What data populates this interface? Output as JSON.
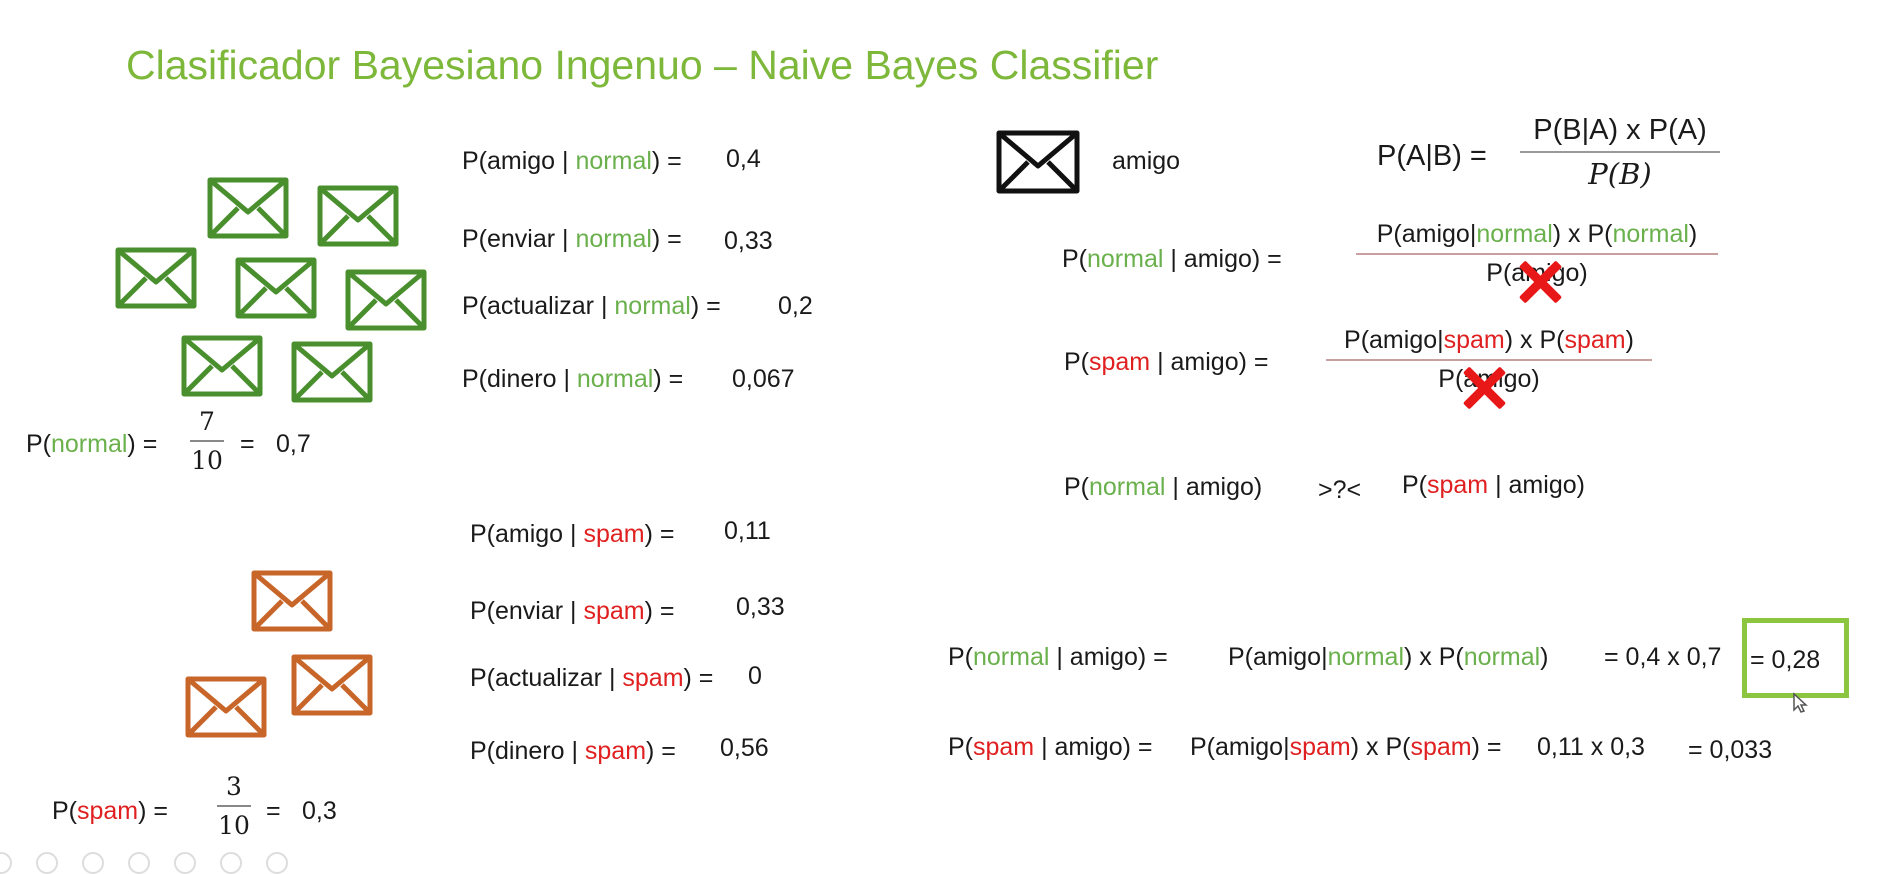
{
  "title": "Clasificador Bayesiano Ingenuo – Naive Bayes Classifier",
  "colors": {
    "normal": "#6ab04c",
    "spam": "#e02020",
    "title": "#7db83a",
    "highlight_box": "#8cc63f",
    "normal_envelope": "#4a8f2e",
    "spam_envelope": "#c8662a"
  },
  "icons": {
    "normal_emails": "envelope-icon",
    "spam_emails": "envelope-icon",
    "query_email": "envelope-icon",
    "cancel": "cross-icon",
    "cursor": "mouse-pointer-icon"
  },
  "symbols": {
    "p_open": "P(",
    "close_eq": ") =",
    "bar": " | ",
    "close": ")",
    "eq": "="
  },
  "words": {
    "normal": "normal",
    "spam": "spam",
    "amigo": "amigo",
    "enviar": "enviar",
    "actualizar": "actualizar",
    "dinero": "dinero"
  },
  "prior_normal": {
    "numerator": "7",
    "denominator": "10",
    "value": "0,7"
  },
  "prior_spam": {
    "numerator": "3",
    "denominator": "10",
    "value": "0,3"
  },
  "likelihood_normal": [
    {
      "word": "amigo",
      "value": "0,4"
    },
    {
      "word": "enviar",
      "value": "0,33"
    },
    {
      "word": "actualizar",
      "value": "0,2"
    },
    {
      "word": "dinero",
      "value": "0,067"
    }
  ],
  "likelihood_spam": [
    {
      "word": "amigo",
      "value": "0,11"
    },
    {
      "word": "enviar",
      "value": "0,33"
    },
    {
      "word": "actualizar",
      "value": "0"
    },
    {
      "word": "dinero",
      "value": "0,56"
    }
  ],
  "query_word": "amigo",
  "bayes": {
    "lhs": "P(A|B) =",
    "numerator": "P(B|A) x P(A)",
    "denominator": "P(B)"
  },
  "frac_normal": {
    "num_pre": "P(amigo|",
    "num_mid": ") x P(",
    "num_post": ")",
    "den": "P(amigo)"
  },
  "frac_spam": {
    "num_pre": "P(amigo|",
    "num_mid": ") x P(",
    "num_post": ")",
    "den": "P(amigo)"
  },
  "comparison": {
    "operator": ">?<"
  },
  "result_normal": {
    "lhs_post": " | amigo) =",
    "expr_pre": "P(amigo|",
    "expr_mid": ") x P(",
    "expr_post": ")",
    "calc": "= 0,4 x 0,7",
    "value": "= 0,28"
  },
  "result_spam": {
    "lhs_post": " | amigo) =",
    "expr_pre": "P(amigo|",
    "expr_mid": ") x P(",
    "expr_post": ") =",
    "calc": "0,11 x 0,3",
    "value": "= 0,033"
  }
}
